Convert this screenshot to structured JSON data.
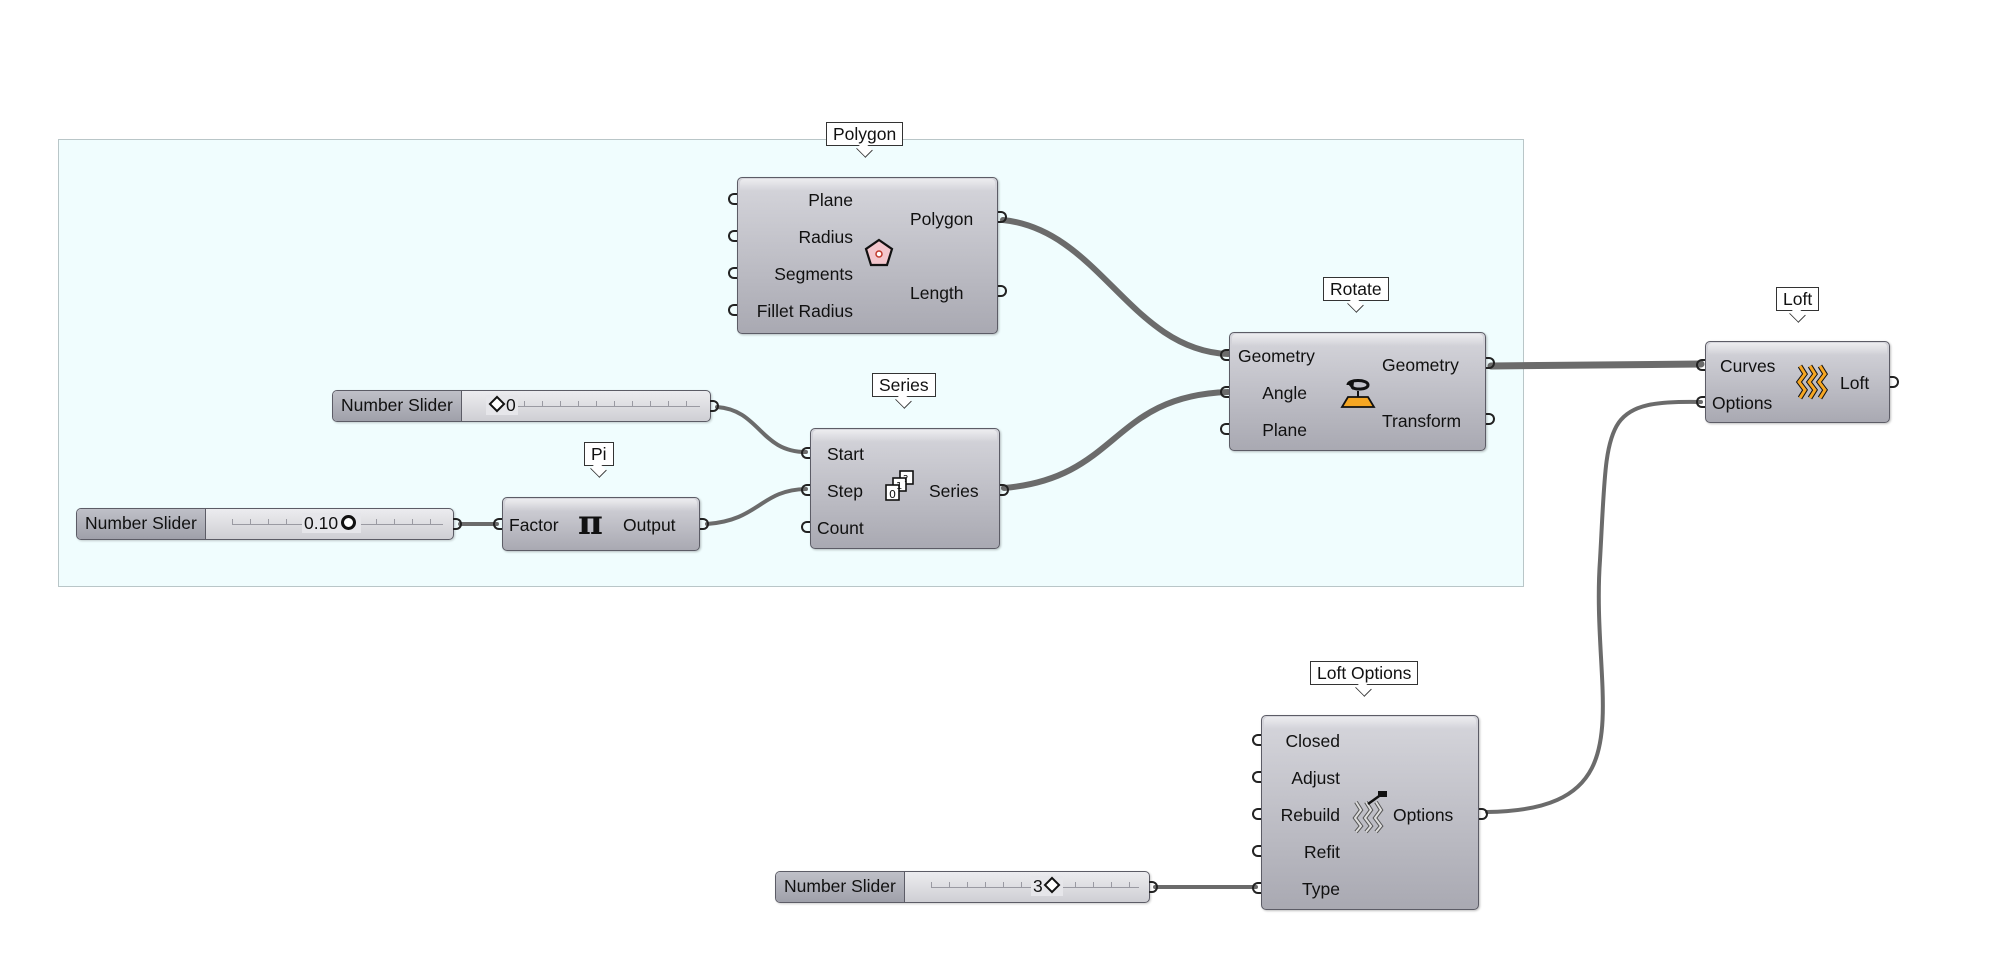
{
  "tags": {
    "polygon": "Polygon",
    "series": "Series",
    "pi": "Pi",
    "rotate": "Rotate",
    "loft": "Loft",
    "loft_options": "Loft Options"
  },
  "polygon": {
    "inputs": [
      "Plane",
      "Radius",
      "Segments",
      "Fillet Radius"
    ],
    "outputs": [
      "Polygon",
      "Length"
    ],
    "icon": "polygon-icon"
  },
  "series": {
    "inputs": [
      "Start",
      "Step",
      "Count"
    ],
    "output": "Series",
    "icon": "series-icon"
  },
  "pi": {
    "input": "Factor",
    "output": "Output",
    "icon": "pi-icon"
  },
  "rotate": {
    "inputs": [
      "Geometry",
      "Angle",
      "Plane"
    ],
    "outputs": [
      "Geometry",
      "Transform"
    ],
    "icon": "rotate-icon"
  },
  "loft": {
    "inputs": [
      "Curves",
      "Options"
    ],
    "output": "Loft",
    "icon": "loft-icon"
  },
  "loft_options": {
    "inputs": [
      "Closed",
      "Adjust",
      "Rebuild",
      "Refit",
      "Type"
    ],
    "output": "Options",
    "icon": "loft-options-icon"
  },
  "sliders": [
    {
      "name": "Number Slider",
      "value": "0"
    },
    {
      "name": "Number Slider",
      "value": "0.10"
    },
    {
      "name": "Number Slider",
      "value": "3"
    }
  ],
  "colors": {
    "group_fill": "#f0fdfe",
    "wire": "#6b6b6b",
    "component_top": "#d6d6dc",
    "component_bottom": "#a9a9b2"
  }
}
